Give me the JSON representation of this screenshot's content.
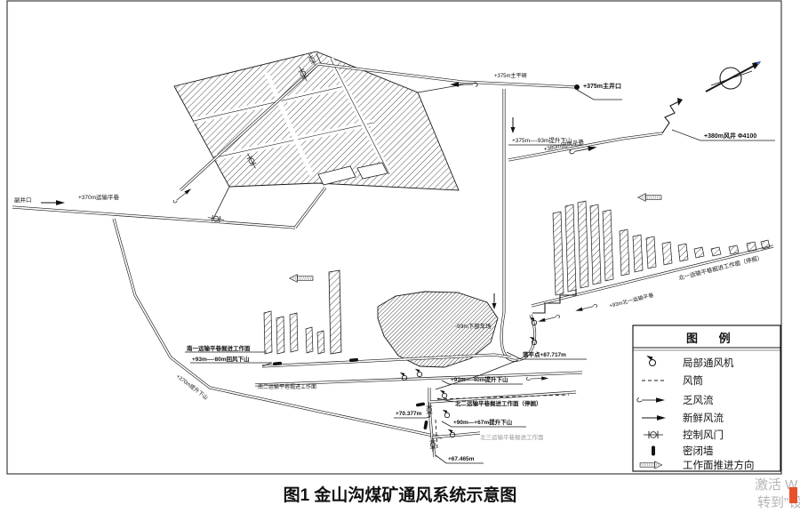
{
  "figure": {
    "title": "图1  金山沟煤矿通风系统示意图"
  },
  "legend": {
    "title": "图  例",
    "items": [
      {
        "symbol": "local-fan",
        "label": "局部通风机"
      },
      {
        "symbol": "air-duct",
        "label": "风筒"
      },
      {
        "symbol": "return-air-flow",
        "label": "乏风流"
      },
      {
        "symbol": "fresh-air-flow",
        "label": "新鲜风流"
      },
      {
        "symbol": "control-air-door",
        "label": "控制风门"
      },
      {
        "symbol": "sealed-wall",
        "label": "密闭墙"
      },
      {
        "symbol": "face-advance-direction",
        "label": "工作面推进方向"
      }
    ]
  },
  "labels": {
    "main_adit": "+375m主平硐",
    "main_portal": "+375m主井口",
    "hoist_incline_top": "+375m—-93m提升下山",
    "return_level": "+380m回风平巷",
    "vent_shaft": "+380m风井 Φ4100",
    "aux_portal": "副井口",
    "transport_level": "+370m运输平巷",
    "south1_face_line1": "南一运输平巷掘进工作面",
    "south_return_incline": "+93m—-80m回风下山",
    "sw_hoist_incline": "+370m提升下山",
    "south2_face": "南二运输平巷掘进工作面",
    "lower_yard": "-93m下部车场",
    "level_point": "落平点+87.717m",
    "mid_hoist_incline": "+93m—-40m提升下山",
    "north1_level": "+93m北一运输平巷",
    "north1_face": "北一运输平巷掘进工作面（停掘）",
    "north2_face": "北二运输平巷掘进工作面（停掘）",
    "elev_70": "+70.377m",
    "hoist_67": "+90m—+67m提升下山",
    "north3_face": "北三运输平巷掘进工作面",
    "elev_67": "+67.465m"
  },
  "watermark": {
    "line1": "激活 W",
    "line2": "转到\"设",
    "accent_color": "#e8502a"
  },
  "colors": {
    "ink": "#1a1a1a",
    "muted": "#9a9a9a",
    "compass_tip": "#3b6fd4"
  }
}
